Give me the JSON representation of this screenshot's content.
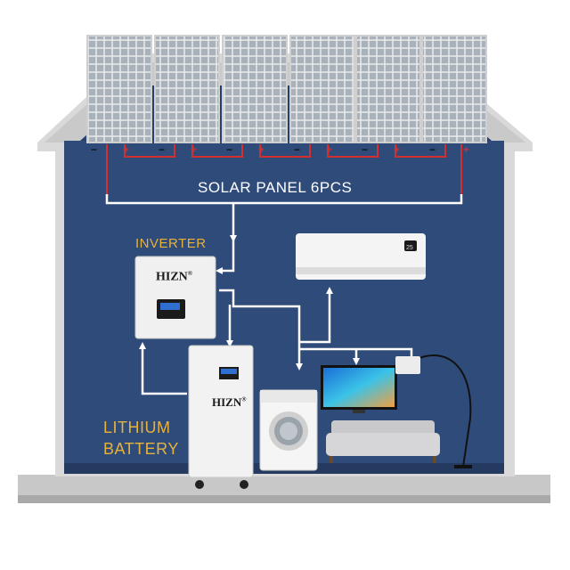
{
  "labels": {
    "solar_panel": "SOLAR PANEL 6PCS",
    "inverter": "INVERTER",
    "battery_line1": "LITHIUM",
    "battery_line2": "BATTERY"
  },
  "brand": {
    "name": "HIZN",
    "mark": "®"
  },
  "ac_display": "25",
  "panel_terminals": {
    "positive": "+",
    "negative": "−"
  },
  "colors": {
    "wall_blue": "#2f4b7a",
    "house_frame": "#d9d9d9",
    "wire_red": "#d32f2f",
    "label_gold": "#e8b23a",
    "wire_white": "#ffffff"
  },
  "icons": [
    "solar-panel-icon",
    "inverter-icon",
    "battery-icon",
    "air-conditioner-icon",
    "tv-icon",
    "washing-machine-icon",
    "sofa-icon",
    "floor-lamp-icon"
  ]
}
